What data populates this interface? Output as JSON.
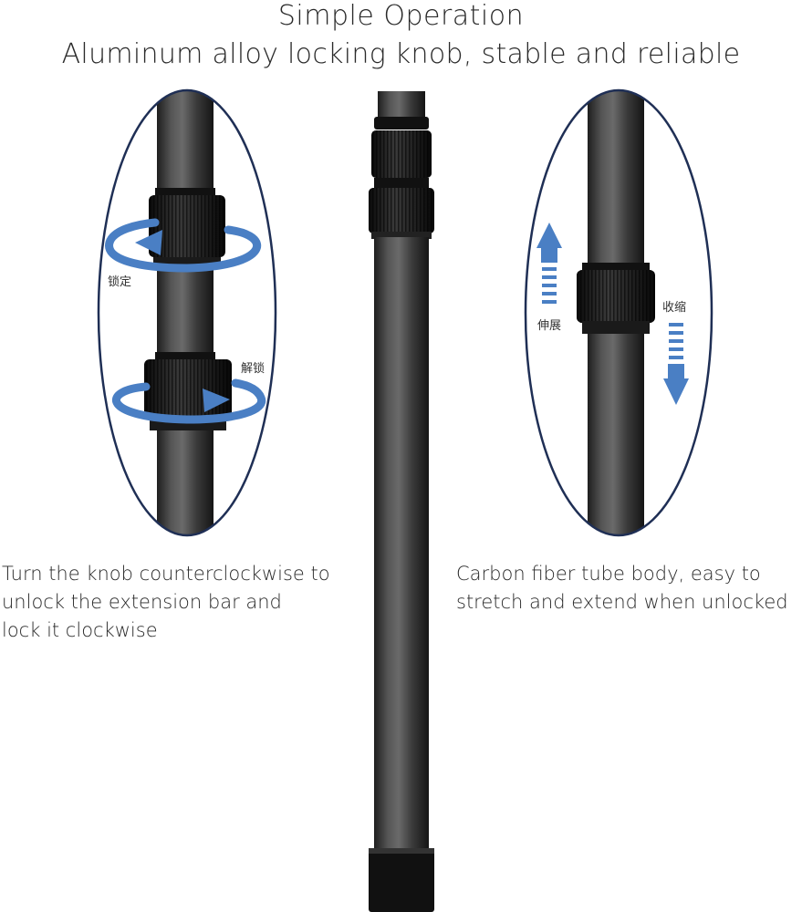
{
  "header": {
    "title": "Simple Operation",
    "subtitle": "Aluminum alloy locking knob, stable and reliable"
  },
  "left_panel": {
    "lock_label": "锁定",
    "unlock_label": "解锁",
    "caption": [
      "Turn the knob counterclockwise to",
      "unlock the extension bar and",
      "lock it clockwise"
    ]
  },
  "right_panel": {
    "extend_label": "伸展",
    "retract_label": "收缩",
    "caption": [
      "Carbon fiber tube body, easy to",
      "stretch and extend when unlocked"
    ]
  },
  "colors": {
    "oval_border": "#1f2f55",
    "arrow_blue": "#4a7fc4",
    "tube_dark": "#3c3c3c",
    "knob_black": "#1a1a1a"
  }
}
